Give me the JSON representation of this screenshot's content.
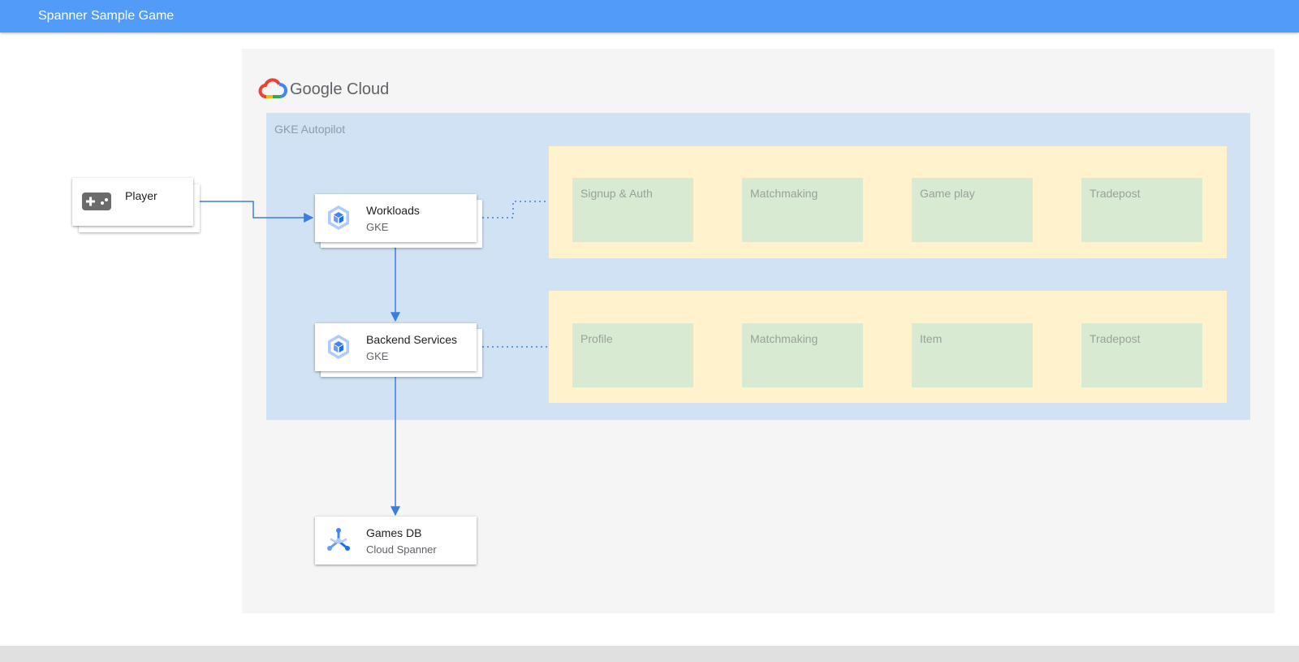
{
  "app": {
    "title": "Spanner Sample Game"
  },
  "cloud": {
    "brand": "Google Cloud"
  },
  "gke": {
    "label": "GKE Autopilot"
  },
  "player": {
    "label": "Player",
    "icon": "gamepad-icon"
  },
  "workloads": {
    "title": "Workloads",
    "subtitle": "GKE",
    "icon": "gke-icon"
  },
  "backend": {
    "title": "Backend Services",
    "subtitle": "GKE",
    "icon": "gke-icon"
  },
  "gamesdb": {
    "title": "Games DB",
    "subtitle": "Cloud Spanner",
    "icon": "spanner-icon"
  },
  "workload_services": [
    "Signup & Auth",
    "Matchmaking",
    "Game play",
    "Tradepost"
  ],
  "backend_services": [
    "Profile",
    "Matchmaking",
    "Item",
    "Tradepost"
  ],
  "colors": {
    "header": "#529cf7",
    "gke_zone": "#d0e2f3",
    "service_group": "#fff2cd",
    "service": "#d9ead3",
    "connector": "#3a7de0"
  }
}
